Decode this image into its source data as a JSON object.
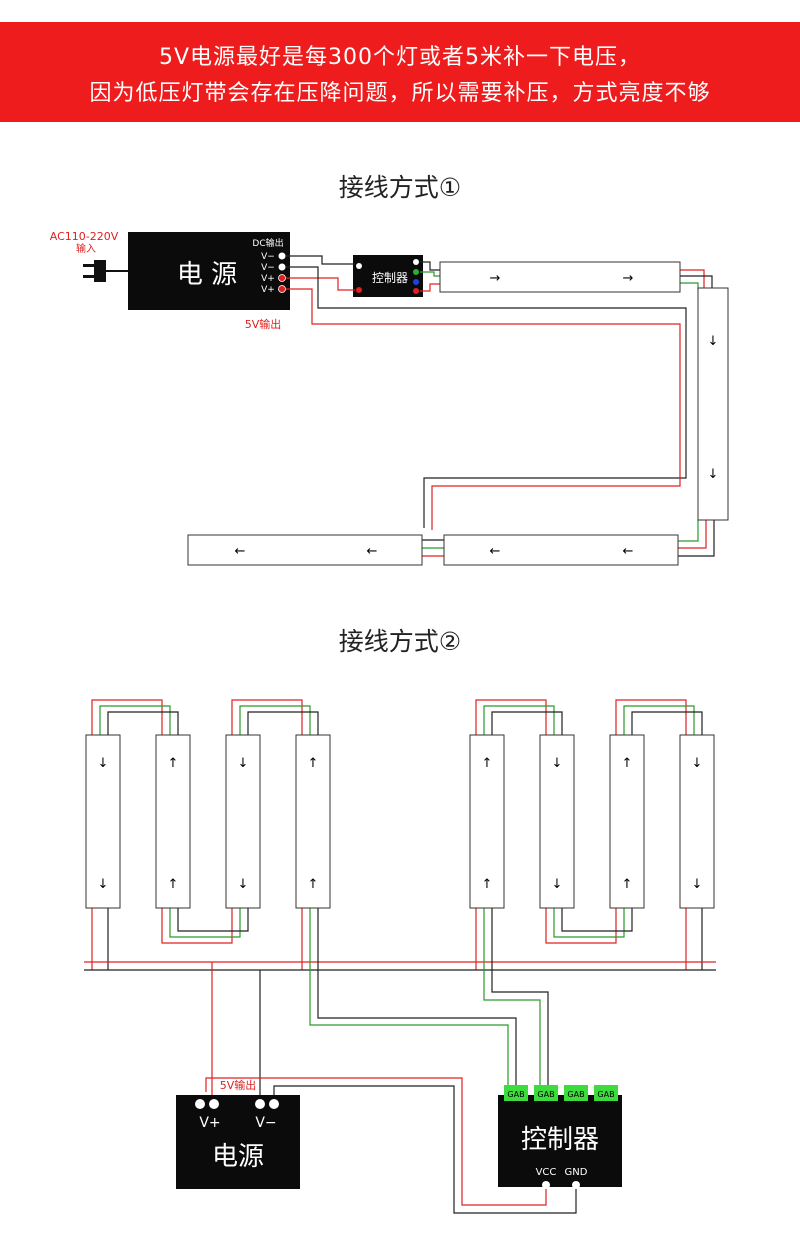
{
  "banner": {
    "line1": "5V电源最好是每300个灯或者5米补一下电压，",
    "line2": "因为低压灯带会存在压降问题，所以需要补压，方式亮度不够",
    "color": "#ee1c1c"
  },
  "section1": {
    "title": "接线方式①",
    "ac_label": "AC110-220V",
    "ac_input": "输入",
    "psu_name": "电 源",
    "dc_out": "DC输出",
    "terminals": [
      "V−",
      "V−",
      "V+",
      "V+"
    ],
    "out_label": "5V输出",
    "controller": "控制器",
    "arrows": {
      "right": "→",
      "down": "↓",
      "left": "←"
    }
  },
  "section2": {
    "title": "接线方式②",
    "up": "↑",
    "down": "↓",
    "out_label": "5V输出",
    "psu_vplus": "V+",
    "psu_vminus": "V−",
    "psu_name": "电源",
    "ports": [
      "GAB",
      "GAB",
      "GAB",
      "GAB"
    ],
    "controller": "控制器",
    "vcc": "VCC",
    "gnd": "GND"
  },
  "colors": {
    "red_wire": "#e02020",
    "green_wire": "#2a9a2a",
    "black_wire": "#222222",
    "port_green": "#3ddc3d"
  }
}
